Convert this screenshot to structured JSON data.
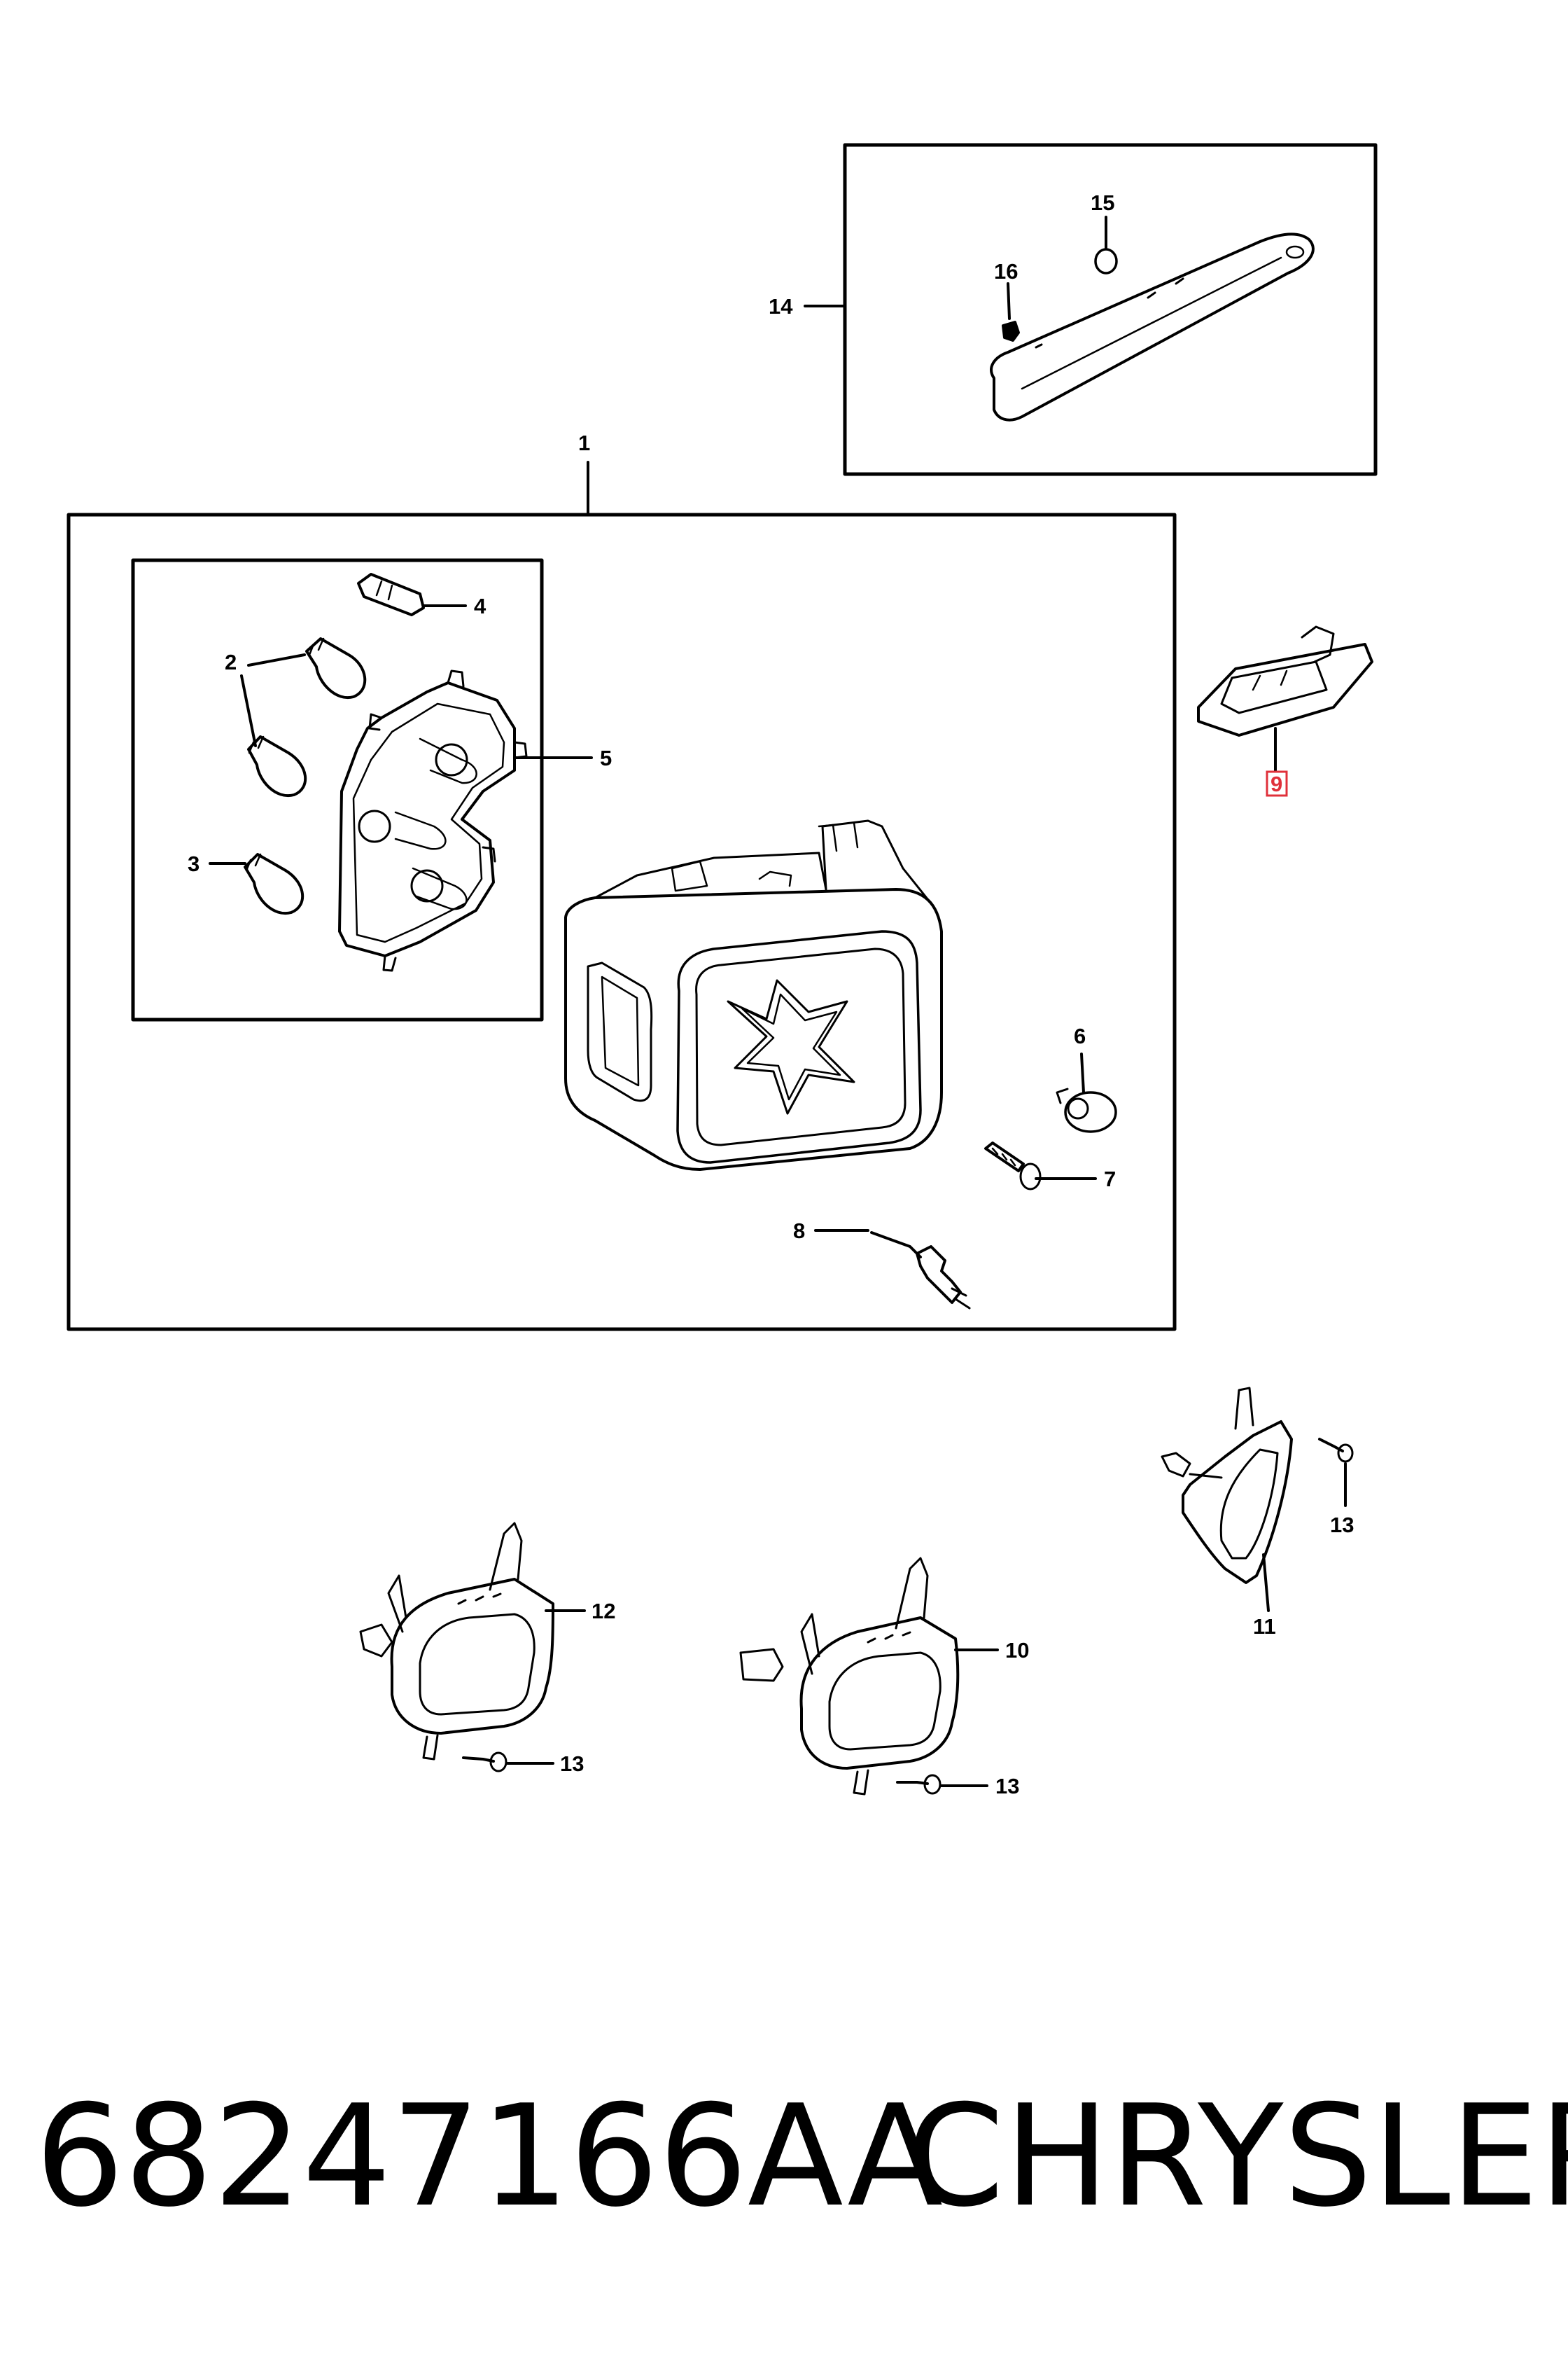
{
  "diagram": {
    "callouts": [
      {
        "id": "1",
        "label": "1"
      },
      {
        "id": "2",
        "label": "2"
      },
      {
        "id": "3",
        "label": "3"
      },
      {
        "id": "4",
        "label": "4"
      },
      {
        "id": "5",
        "label": "5"
      },
      {
        "id": "6",
        "label": "6"
      },
      {
        "id": "7",
        "label": "7"
      },
      {
        "id": "8",
        "label": "8"
      },
      {
        "id": "9",
        "label": "9",
        "highlighted": true
      },
      {
        "id": "10",
        "label": "10"
      },
      {
        "id": "11",
        "label": "11"
      },
      {
        "id": "12",
        "label": "12"
      },
      {
        "id": "13a",
        "label": "13"
      },
      {
        "id": "13b",
        "label": "13"
      },
      {
        "id": "13c",
        "label": "13"
      },
      {
        "id": "14",
        "label": "14"
      },
      {
        "id": "15",
        "label": "15"
      },
      {
        "id": "16",
        "label": "16"
      }
    ],
    "highlight_color": "#e0303a",
    "line_color": "#000000"
  },
  "footer": {
    "part_number": "68247166AA",
    "brand": "CHRYSLER"
  }
}
